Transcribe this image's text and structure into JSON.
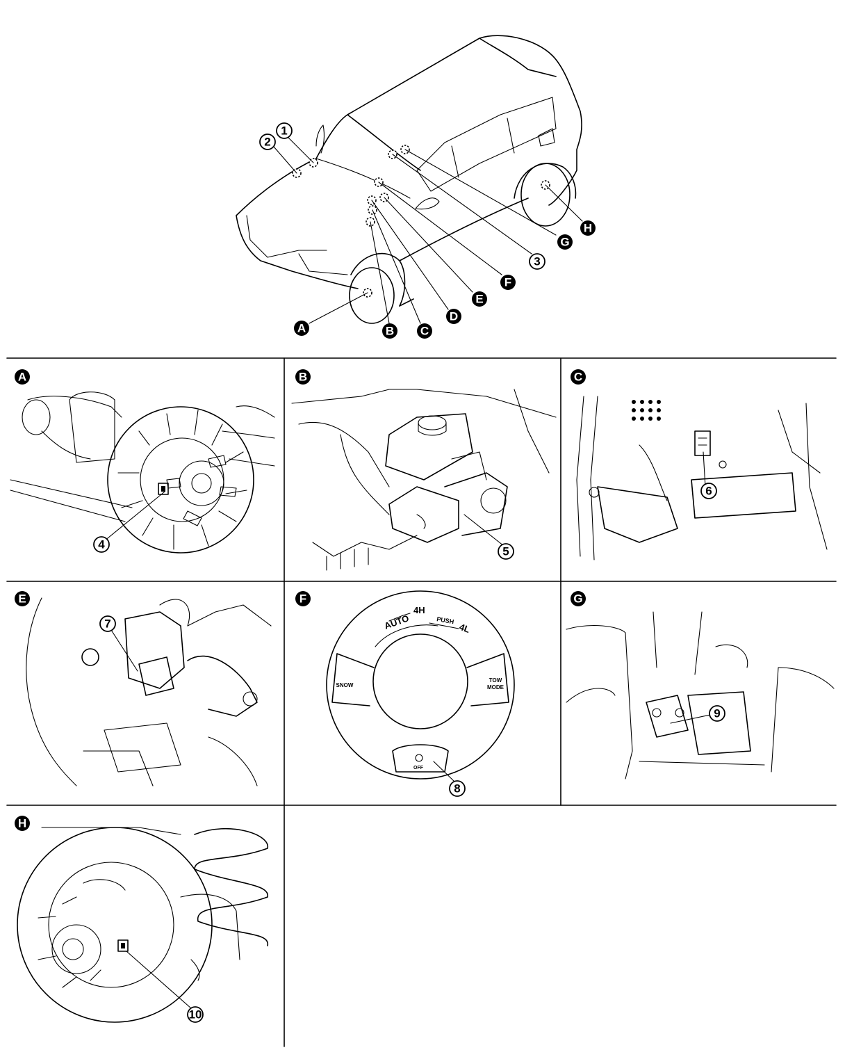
{
  "locator_view": {
    "callouts": [
      "1",
      "2",
      "3",
      "A",
      "B",
      "C",
      "D",
      "E",
      "F",
      "G",
      "H"
    ]
  },
  "panels": [
    {
      "letter": "A",
      "callout": "4"
    },
    {
      "letter": "B",
      "callout": "5"
    },
    {
      "letter": "C",
      "callout": "6"
    },
    {
      "letter": "E",
      "callout": "7"
    },
    {
      "letter": "F",
      "callout": "8"
    },
    {
      "letter": "G",
      "callout": "9"
    },
    {
      "letter": "H",
      "callout": "10"
    }
  ],
  "switch_panel": {
    "auto": "AUTO",
    "four_h": "4H",
    "push": "PUSH",
    "four_l": "4L",
    "snow": "SNOW",
    "tow_mode_line1": "TOW",
    "tow_mode_line2": "MODE",
    "off": "OFF"
  }
}
